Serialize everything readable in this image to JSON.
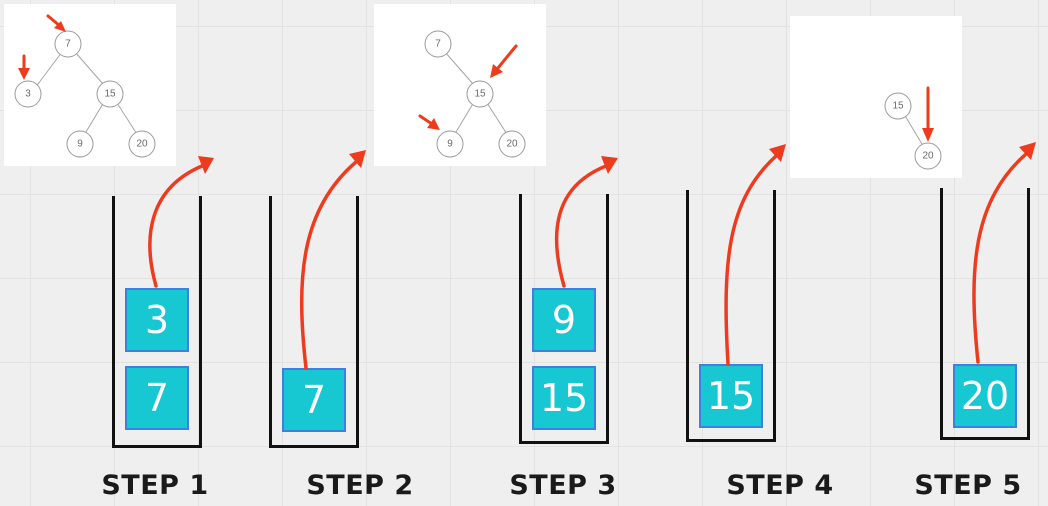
{
  "colors": {
    "accent": "#ef3b1d",
    "item_fill": "#17c7d2",
    "item_border": "#3f7fe0"
  },
  "trees": [
    {
      "name": "tree-step1",
      "nodes": [
        "7",
        "3",
        "15",
        "9",
        "20"
      ]
    },
    {
      "name": "tree-step3",
      "nodes": [
        "7",
        "15",
        "9",
        "20"
      ]
    },
    {
      "name": "tree-step5",
      "nodes": [
        "15",
        "20"
      ]
    }
  ],
  "steps": [
    {
      "label": "STEP 1",
      "stack": [
        "3",
        "7"
      ]
    },
    {
      "label": "STEP 2",
      "stack": [
        "7"
      ]
    },
    {
      "label": "STEP 3",
      "stack": [
        "9",
        "15"
      ]
    },
    {
      "label": "STEP 4",
      "stack": [
        "15"
      ]
    },
    {
      "label": "STEP 5",
      "stack": [
        "20"
      ]
    }
  ]
}
